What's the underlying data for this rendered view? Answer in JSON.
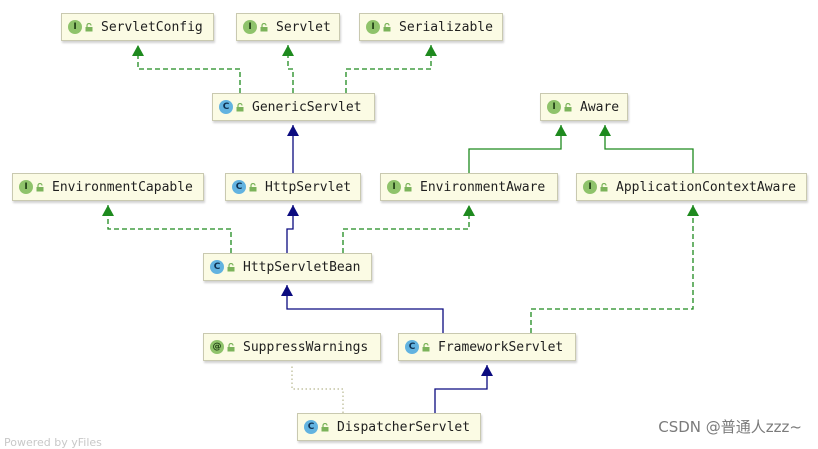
{
  "nodes": {
    "servletconfig": {
      "label": "ServletConfig",
      "kind": "interface",
      "badge": "I"
    },
    "servlet": {
      "label": "Servlet",
      "kind": "interface",
      "badge": "I"
    },
    "serializable": {
      "label": "Serializable",
      "kind": "interface",
      "badge": "I"
    },
    "genericservlet": {
      "label": "GenericServlet",
      "kind": "class",
      "badge": "C"
    },
    "aware": {
      "label": "Aware",
      "kind": "interface",
      "badge": "I"
    },
    "environmentcapable": {
      "label": "EnvironmentCapable",
      "kind": "interface",
      "badge": "I"
    },
    "httpservlet": {
      "label": "HttpServlet",
      "kind": "class",
      "badge": "C"
    },
    "environmentaware": {
      "label": "EnvironmentAware",
      "kind": "interface",
      "badge": "I"
    },
    "applicationcontextaware": {
      "label": "ApplicationContextAware",
      "kind": "interface",
      "badge": "I"
    },
    "httpservletbean": {
      "label": "HttpServletBean",
      "kind": "class",
      "badge": "C"
    },
    "suppresswarnings": {
      "label": "SuppressWarnings",
      "kind": "annotation",
      "badge": "@"
    },
    "frameworkservlet": {
      "label": "FrameworkServlet",
      "kind": "class",
      "badge": "C"
    },
    "dispatcherservlet": {
      "label": "DispatcherServlet",
      "kind": "class",
      "badge": "C"
    }
  },
  "colors": {
    "extends": "#0b0b80",
    "interface_extends": "#1e8a1e",
    "implements": "#1e8a1e",
    "annotation": "#b8b890"
  },
  "watermark": "CSDN @普通人zzz~",
  "footer": "Powered by yFiles"
}
